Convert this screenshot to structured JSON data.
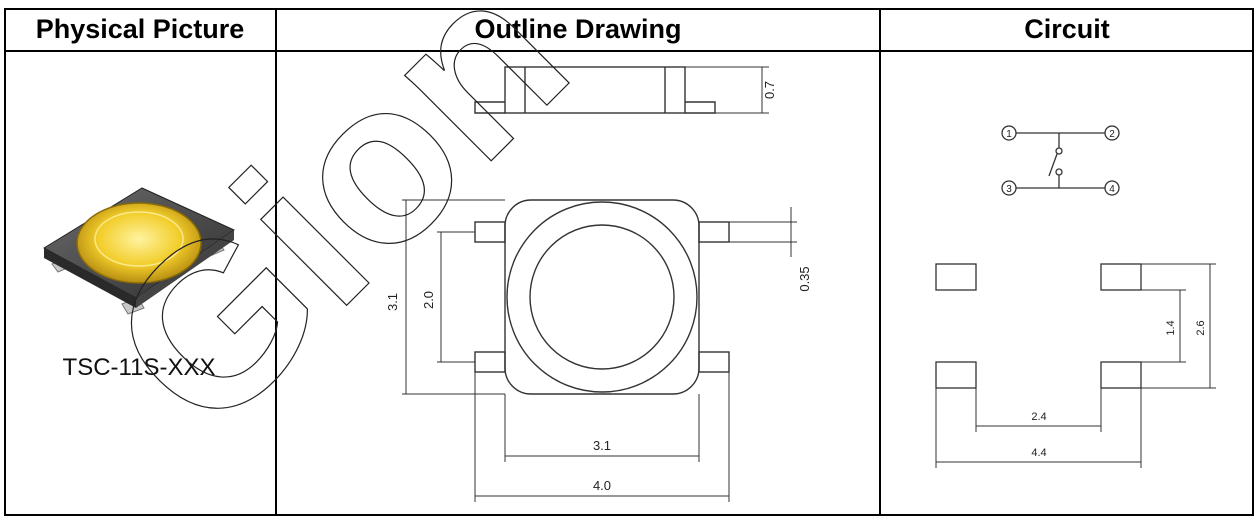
{
  "headers": {
    "physical": "Physical Picture",
    "outline": "Outline Drawing",
    "circuit": "Circuit"
  },
  "model": "TSC-11S-XXX",
  "outline_dims": {
    "height": "0.7",
    "outer_h": "3.1",
    "pin_span": "2.0",
    "pin_w": "0.35",
    "body_w": "3.1",
    "total_w": "4.0"
  },
  "circuit": {
    "pins": [
      "1",
      "2",
      "3",
      "4"
    ],
    "dims": {
      "h_inner": "1.4",
      "h_outer": "2.6",
      "w_inner": "2.4",
      "w_outer": "4.4"
    }
  },
  "watermark": "Gion"
}
